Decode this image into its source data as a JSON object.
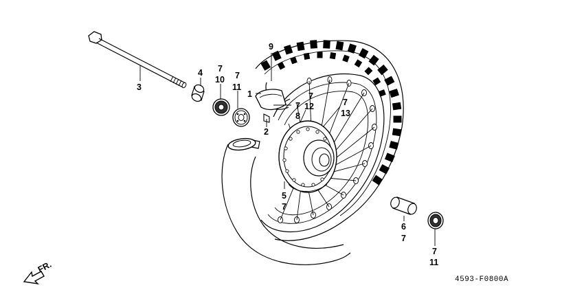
{
  "callouts": {
    "c3": "3",
    "c4": "4",
    "c7a": "7",
    "c10": "10",
    "c7b": "7",
    "c11a": "11",
    "c9": "9",
    "c1": "1",
    "c7c": "7",
    "c8": "8",
    "c2": "2",
    "c7d": "7",
    "c12": "12",
    "c7e": "7",
    "c13": "13",
    "c5": "5",
    "c7f": "7",
    "c6": "6",
    "c7g": "7",
    "c7h": "7",
    "c11b": "11"
  },
  "direction_label": "FR.",
  "diagram_code": "4593-F0800A"
}
